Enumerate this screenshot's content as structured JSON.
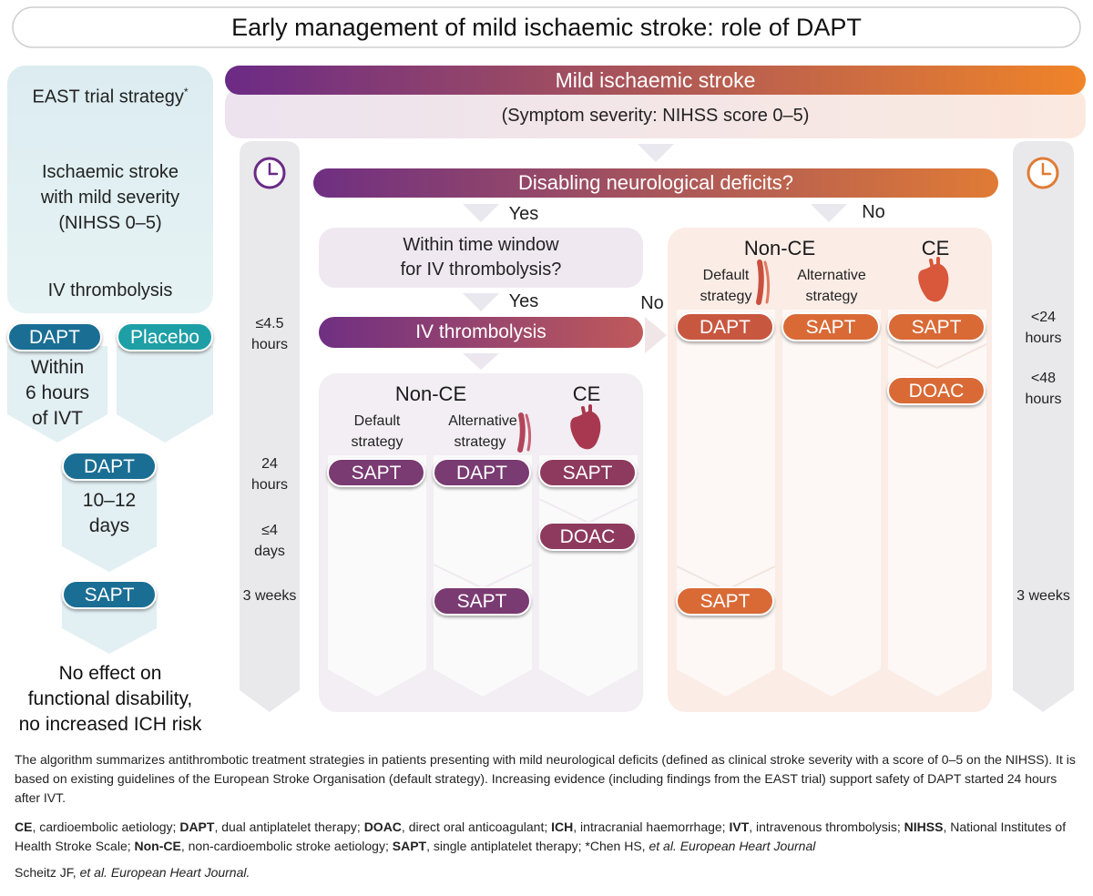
{
  "title": "Early management of mild ischaemic stroke: role of DAPT",
  "header": {
    "banner": "Mild ischaemic stroke",
    "subtitle": "(Symptom severity: NIHSS score 0–5)"
  },
  "east": {
    "title": "EAST trial strategy",
    "title_mark": "*",
    "stroke_line1": "Ischaemic stroke",
    "stroke_line2": "with mild severity",
    "stroke_line3": "(NIHSS 0–5)",
    "ivt": "IV thrombolysis",
    "dapt1": "DAPT",
    "placebo": "Placebo",
    "within1": "Within",
    "within2": "6 hours",
    "within3": "of IVT",
    "dapt2": "DAPT",
    "days1": "10–12",
    "days2": "days",
    "sapt": "SAPT",
    "result1": "No effect on",
    "result2": "functional disability,",
    "result3": "no increased ICH risk"
  },
  "timeline_left": {
    "t1a": "≤4.5",
    "t1b": "hours",
    "t2a": "24",
    "t2b": "hours",
    "t3a": "≤4",
    "t3b": "days",
    "t4": "3 weeks"
  },
  "timeline_right": {
    "t1a": "<24",
    "t1b": "hours",
    "t2a": "<48",
    "t2b": "hours",
    "t3": "3 weeks"
  },
  "decision": {
    "question": "Disabling neurological deficits?",
    "yes": "Yes",
    "no": "No",
    "window_q1": "Within time window",
    "window_q2": "for IV thrombolysis?",
    "yes2": "Yes",
    "no2": "No",
    "ivt_bar": "IV thrombolysis"
  },
  "left_panel": {
    "nonce": "Non-CE",
    "ce": "CE",
    "default1": "Default",
    "default2": "strategy",
    "alt1": "Alternative",
    "alt2": "strategy",
    "col1_top": "SAPT",
    "col2_top": "DAPT",
    "col3_top": "SAPT",
    "col3_mid": "DOAC",
    "col2_bottom": "SAPT"
  },
  "right_panel": {
    "nonce": "Non-CE",
    "ce": "CE",
    "default1": "Default",
    "default2": "strategy",
    "alt1": "Alternative",
    "alt2": "strategy",
    "col1_top": "DAPT",
    "col2_top": "SAPT",
    "col3_top": "SAPT",
    "col3_mid": "DOAC",
    "col1_bottom": "SAPT"
  },
  "footnote": {
    "p1": "The algorithm summarizes antithrombotic treatment strategies in patients presenting with mild neurological deficits (defined as clinical stroke severity with a score of 0–5 on the NIHSS). It is based on existing guidelines of the European Stroke Organisation (default strategy). Increasing evidence (including findings from the EAST trial) support safety of DAPT started 24 hours after IVT.",
    "abbr": [
      {
        "k": "CE",
        "v": ", cardioembolic aetiology; "
      },
      {
        "k": "DAPT",
        "v": ", dual antiplatelet therapy; "
      },
      {
        "k": "DOAC",
        "v": ", direct oral anticoagulant; "
      },
      {
        "k": "ICH",
        "v": ", intracranial haemorrhage; "
      },
      {
        "k": "IVT",
        "v": ", intravenous thrombolysis; "
      },
      {
        "k": "NIHSS",
        "v": ", National Institutes of Health Stroke Scale; "
      },
      {
        "k": "Non-CE",
        "v": ", non-cardioembolic stroke aetiology; "
      },
      {
        "k": "SAPT",
        "v": ", single antiplatelet therapy; *Chen HS, "
      }
    ],
    "abbr_italic": "et al. European Heart Journal",
    "cite_plain": "Scheitz JF, ",
    "cite_italic": "et al. European Heart Journal."
  },
  "colors": {
    "purple": "#7a3a72",
    "orange": "#e07b35",
    "teal": "#1a6e94",
    "aqua": "#1e9fa6"
  }
}
